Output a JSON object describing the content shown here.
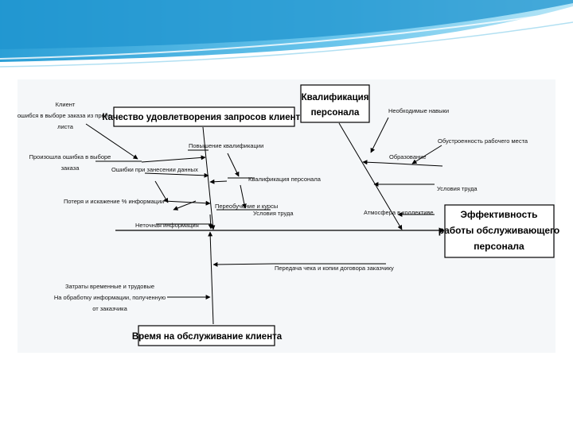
{
  "colors": {
    "banner_dark": "#1c8fc8",
    "banner_light": "#8fd3f0",
    "panel": "#f4f7f9",
    "border": "#000000"
  },
  "diagram": {
    "head": [
      "Эффективность",
      "работы обслуживающего",
      "персонала"
    ],
    "categories": {
      "quality": "Качество удовлетворения запросов клиента",
      "qualification": [
        "Квалификация",
        "персонала"
      ],
      "time": "Время на обслуживание клиента"
    },
    "labels": {
      "client": [
        "Клиент",
        "ошибся в выборе заказа из прейс-",
        "листа"
      ],
      "order_error": [
        "Произошла ошибка в выборе",
        "заказа"
      ],
      "entry_errors": "Ошибки при занесении данных",
      "qualification_up": "Повышение квалификации",
      "staff_qualification": "Квалификация персонала",
      "info_loss": "Потеря и искажение % информации",
      "retraining": "Переобучение и курсы",
      "work_conditions_top": "Условия труда",
      "inaccurate_info": "Неточная информация",
      "necessary_skills": "Необходимые навыки",
      "workplace_equipment": "Обустроенность рабочего места",
      "education": "Образование",
      "work_conditions": "Условия труда",
      "team_atmosphere": "Атмосфера в коллективе",
      "receipt_transfer": "Передача чека и копии договора заказчику",
      "costs": [
        "Затраты временные и трудовые",
        "На обработку информации, полученную",
        "от заказчика"
      ]
    }
  }
}
